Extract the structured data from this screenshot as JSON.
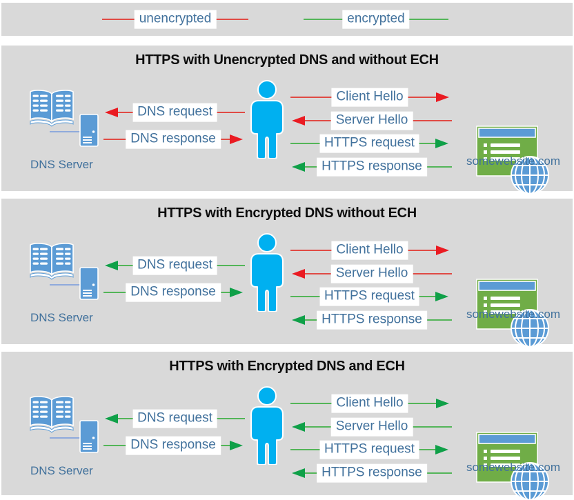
{
  "legend": {
    "items": [
      {
        "label": "unencrypted",
        "color": "red"
      },
      {
        "label": "encrypted",
        "color": "green"
      }
    ]
  },
  "colors": {
    "unencrypted_line": "#e04a44",
    "unencrypted_arrowhead": "#ea1b22",
    "encrypted_line": "#53b558",
    "encrypted_arrowhead": "#0fa048",
    "section_background": "#d9d9d9",
    "label_text_blue": "#41719c",
    "dns_icon_blue": "#5b9bd5",
    "person_blue": "#00b0f0",
    "website_green": "#70ad47"
  },
  "icons": {
    "dns_server": "open-book-and-server-tower",
    "user": "person-silhouette",
    "website": "browser-window-with-globe"
  },
  "panels": [
    {
      "title": "HTTPS with Unencrypted DNS and without ECH",
      "dns_server_label": "DNS Server",
      "website_label": "somewebsite.com",
      "arrows": {
        "dns_request": {
          "label": "DNS request",
          "color": "red",
          "direction": "left"
        },
        "dns_response": {
          "label": "DNS response",
          "color": "red",
          "direction": "right"
        },
        "client_hello": {
          "label": "Client Hello",
          "color": "red",
          "direction": "right"
        },
        "server_hello": {
          "label": "Server Hello",
          "color": "red",
          "direction": "left"
        },
        "https_request": {
          "label": "HTTPS request",
          "color": "green",
          "direction": "right"
        },
        "https_response": {
          "label": "HTTPS response",
          "color": "green",
          "direction": "left"
        }
      }
    },
    {
      "title": "HTTPS with Encrypted DNS without ECH",
      "dns_server_label": "DNS Server",
      "website_label": "somewebsite.com",
      "arrows": {
        "dns_request": {
          "label": "DNS request",
          "color": "green",
          "direction": "left"
        },
        "dns_response": {
          "label": "DNS response",
          "color": "green",
          "direction": "right"
        },
        "client_hello": {
          "label": "Client Hello",
          "color": "red",
          "direction": "right"
        },
        "server_hello": {
          "label": "Server Hello",
          "color": "red",
          "direction": "left"
        },
        "https_request": {
          "label": "HTTPS request",
          "color": "green",
          "direction": "right"
        },
        "https_response": {
          "label": "HTTPS response",
          "color": "green",
          "direction": "left"
        }
      }
    },
    {
      "title": "HTTPS with Encrypted DNS and ECH",
      "dns_server_label": "DNS Server",
      "website_label": "somewebsite.com",
      "arrows": {
        "dns_request": {
          "label": "DNS request",
          "color": "green",
          "direction": "left"
        },
        "dns_response": {
          "label": "DNS response",
          "color": "green",
          "direction": "right"
        },
        "client_hello": {
          "label": "Client Hello",
          "color": "green",
          "direction": "right"
        },
        "server_hello": {
          "label": "Server Hello",
          "color": "green",
          "direction": "left"
        },
        "https_request": {
          "label": "HTTPS request",
          "color": "green",
          "direction": "right"
        },
        "https_response": {
          "label": "HTTPS response",
          "color": "green",
          "direction": "left"
        }
      }
    }
  ]
}
